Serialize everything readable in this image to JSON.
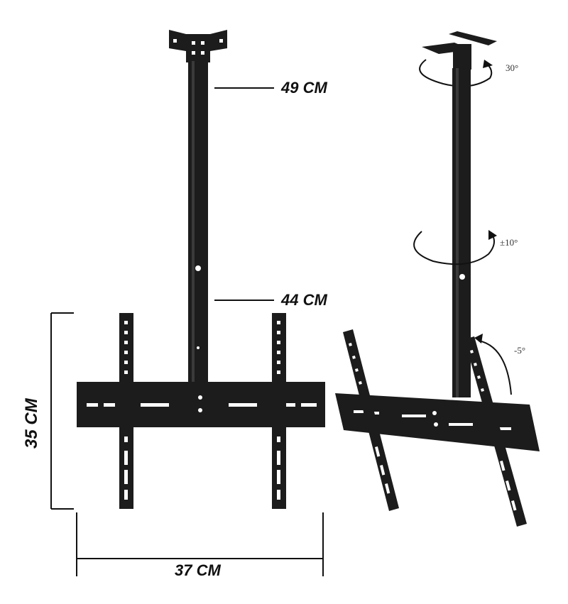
{
  "colors": {
    "metal": "#1c1c1c",
    "metal_highlight": "#3a3a3a",
    "line": "#111111",
    "background": "#ffffff"
  },
  "labels": {
    "pole_max": "49 CM",
    "pole_min": "44 CM",
    "height": "35 CM",
    "width": "37 CM"
  },
  "angles": {
    "top_swivel": "30°",
    "mid_swivel": "±10°",
    "tilt": "-5°"
  }
}
